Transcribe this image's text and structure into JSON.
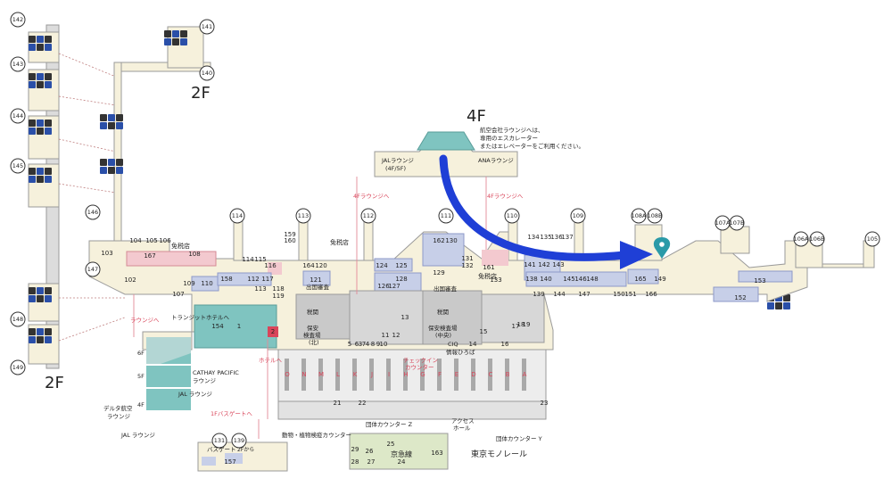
{
  "floors": {
    "two_f_top": "2F",
    "two_f_left": "2F",
    "four_f": "4F"
  },
  "four_f_note": [
    "航空会社ラウンジへは、",
    "専用のエスカレーター",
    "またはエレベーターをご利用ください。"
  ],
  "lounges": {
    "jal_top": "JALラウンジ",
    "jal_top_sub": "(4F/5F)",
    "ana": "ANAラウンジ"
  },
  "gates": [
    "142",
    "143",
    "144",
    "145",
    "146",
    "147",
    "148",
    "149",
    "141",
    "140",
    "114",
    "113",
    "112",
    "111",
    "110",
    "109",
    "108A",
    "108B",
    "107A",
    "107B",
    "106A",
    "106B",
    "105",
    "131",
    "139"
  ],
  "room_numbers": [
    "103",
    "104",
    "105",
    "106",
    "167",
    "108",
    "109",
    "110",
    "158",
    "115",
    "116",
    "117",
    "112",
    "113",
    "118",
    "119",
    "159",
    "160",
    "164",
    "120",
    "121",
    "124",
    "125",
    "126",
    "127",
    "128",
    "162",
    "130",
    "131",
    "132",
    "133",
    "134",
    "135",
    "136",
    "137",
    "138",
    "139",
    "140",
    "141",
    "142",
    "143",
    "144",
    "145",
    "146",
    "147",
    "148",
    "149",
    "150",
    "151",
    "152",
    "153",
    "165",
    "166",
    "154",
    "1",
    "2",
    "3",
    "4",
    "5",
    "6",
    "7",
    "8",
    "9",
    "10",
    "11",
    "12",
    "13",
    "14",
    "15",
    "16",
    "17",
    "18",
    "19",
    "21",
    "22",
    "23",
    "24",
    "25",
    "26",
    "27",
    "28",
    "29",
    "157",
    "163",
    "102",
    "107",
    "114",
    "129",
    "161"
  ],
  "checkin_letters": [
    "O",
    "N",
    "M",
    "L",
    "K",
    "J",
    "I",
    "H",
    "G",
    "F",
    "E",
    "D",
    "C",
    "B",
    "A"
  ],
  "labels": {
    "menzeiten_left": "免税店",
    "menzeiten_mid": "免税店",
    "menzeiten_right": "免税店",
    "shukkoku_left": "出国審査",
    "shukkoku_right": "出国審査",
    "zeikan_left": "税関",
    "zeikan_right": "税関",
    "hoan_left": "保安",
    "hoan_left2": "検査場",
    "hoan_left3": "(北)",
    "hoan_right": "保安検査場",
    "hoan_right2": "(中央)",
    "ciq": "CIQ",
    "info": "情報ひろば",
    "checkin": "チェックイン",
    "counter": "カウンター",
    "transit_hotel": "トランジットホテルへ",
    "hotel": "ホテルへ",
    "lounge_left": "ラウンジへ",
    "lounge_4f_left": "4Fラウンジへ",
    "lounge_4f_right": "4Fラウンジへ",
    "bus_gate_1f": "1Fバスゲートへ",
    "group_counter_z": "団体カウンター Z",
    "group_counter_y": "団体カウンター Y",
    "animal": "動物・植物検疫カウンター",
    "access_hall_1": "アクセス",
    "access_hall_2": "ホール",
    "keikyu": "京急線",
    "monorail": "東京モノレール",
    "bus_gate": "バスゲート",
    "from_2f": "2Fから"
  },
  "side_lounges": {
    "floor6": "6F",
    "floor5": "5F",
    "floor4": "4F",
    "cathay": "CATHAY PACIFIC",
    "cathay_sub": "ラウンジ",
    "jal": "JAL ラウンジ",
    "delta1": "デルタ航空",
    "delta2": "ラウンジ",
    "jal_bottom": "JAL ラウンジ"
  },
  "colors": {
    "building": "#f6f1dc",
    "outline": "#9a9a9a",
    "teal": "#7fc4c0",
    "blue_zone": "#c7cfe8",
    "gray_zone": "#c9c9c9",
    "pink": "#f3c9cf",
    "arrow": "#1f3fd6",
    "pin": "#2a9aa8",
    "icon_dark": "#333333",
    "icon_blue": "#2a4fa8"
  }
}
